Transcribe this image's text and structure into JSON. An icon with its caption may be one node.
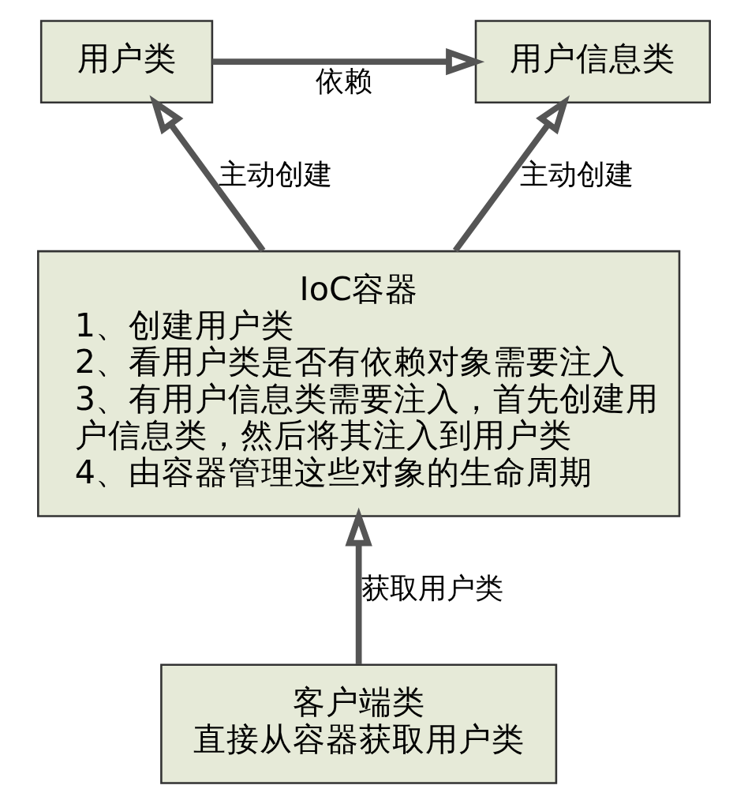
{
  "diagram": {
    "nodes": [
      {
        "text": [
          "用户类"
        ]
      },
      {
        "text": [
          "用户信息类"
        ]
      },
      {
        "text": [
          "IoC容器",
          "1、创建用户类",
          "2、看用户类是否有依赖对象需要注入",
          "3、有用户信息类需要注入，首先创建用户信息类，然后将其注入到用户类",
          "4、由容器管理这些对象的生命周期"
        ]
      },
      {
        "text": [
          "客户端类",
          "直接从容器获取用户类"
        ]
      }
    ],
    "edges": [
      {
        "from": 0,
        "to": 1,
        "arrow": "to",
        "label": "依赖"
      },
      {
        "from": 2,
        "to": 0,
        "arrow": "to",
        "label": "主动创建"
      },
      {
        "from": 2,
        "to": 1,
        "arrow": "to",
        "label": "主动创建"
      },
      {
        "from": 3,
        "to": 2,
        "arrow": "to",
        "label": "获取用户类"
      }
    ]
  }
}
